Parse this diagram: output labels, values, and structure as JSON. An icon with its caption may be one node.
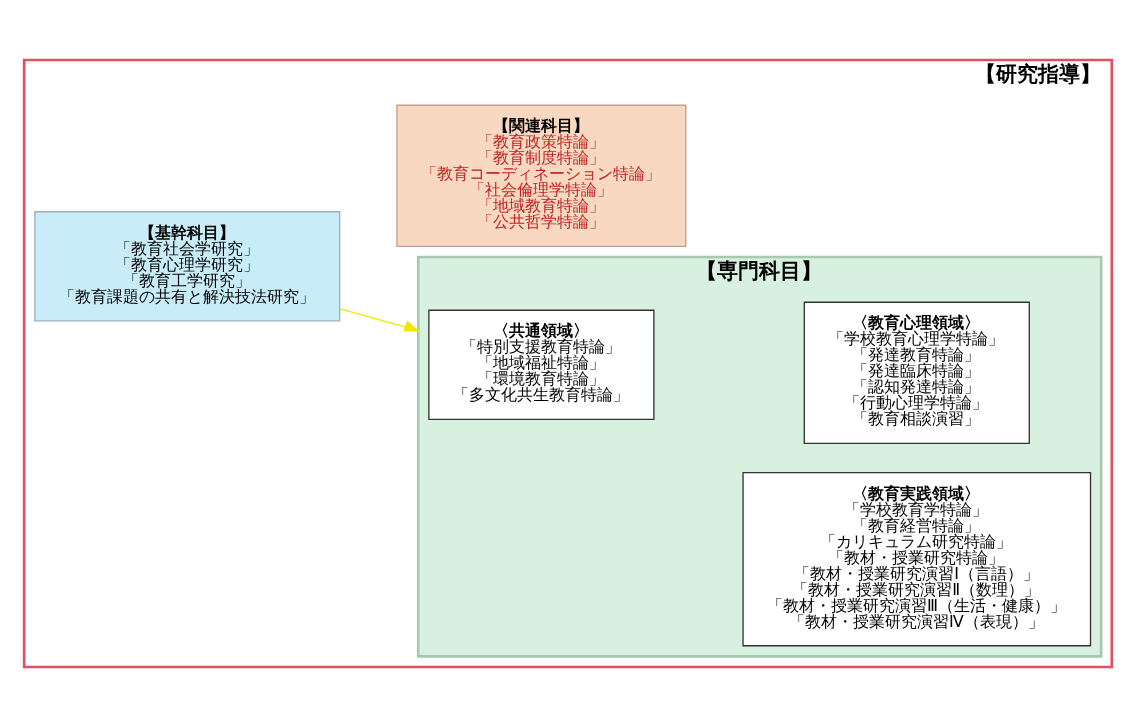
{
  "diagram": {
    "nodes": [
      {
        "text": [
          "【研究指導】"
        ]
      },
      {
        "text": [
          "【基幹科目】",
          "「教育社会学研究」",
          "「教育心理学研究」",
          "「教育工学研究」",
          "「教育課題の共有と解決技法研究」"
        ],
        "in": 0
      },
      {
        "text": [
          "【専門科目】"
        ],
        "in": 0
      },
      {
        "text": [
          "〈共通領域〉",
          "「特別支援教育特論」",
          "「地域福祉特論」",
          "「環境教育特論」",
          "「多文化共生教育特論」"
        ],
        "in": 2
      },
      {
        "text": [
          "〈教育実践領域〉",
          "「学校教育学特論」",
          "「教育経営特論」",
          "「カリキュラム研究特論」",
          "「教材・授業研究特論」",
          "「教材・授業研究演習Ⅰ（言語）」",
          "「教材・授業研究演習Ⅱ（数理）」",
          "「教材・授業研究演習Ⅲ（生活・健康）」",
          "「教材・授業研究演習Ⅳ（表現）」"
        ],
        "in": 2
      },
      {
        "text": [
          "〈教育心理領域〉",
          "「学校教育心理学特論」",
          "「発達教育特論」",
          "「発達臨床特論」",
          "「認知発達特論」",
          "「行動心理学特論」",
          "「教育相談演習」"
        ],
        "in": 2
      },
      {
        "text": [
          "【関連科目】",
          "「教育政策特論」",
          "「教育制度特論」",
          "「教育コーディネーション特論」",
          "「社会倫理学特論」",
          "「地域教育特論」",
          "「公共哲学特論」"
        ],
        "in": 0
      }
    ],
    "edges": [
      {
        "from": 1,
        "to": 2,
        "arrow": "to",
        "color": "#f2e600"
      }
    ]
  }
}
